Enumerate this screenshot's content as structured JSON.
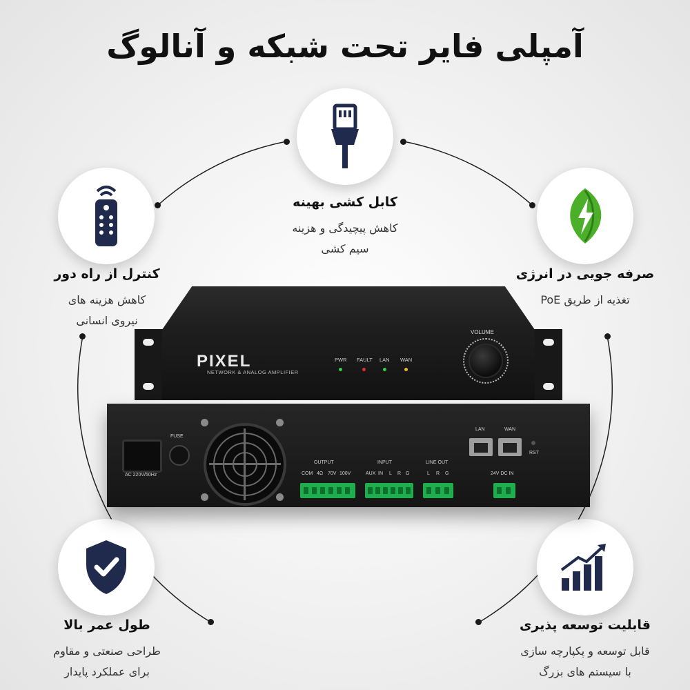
{
  "title": "آمپلی فایر تحت شبکه و آنالوگ",
  "features": [
    {
      "title": "کابل کشی بهینه",
      "desc1": "کاهش پیچیدگی و هزینه",
      "desc2": "سیم کشی",
      "icon": "ethernet-cable-icon"
    },
    {
      "title": "کنترل از راه دور",
      "desc1": "کاهش هزینه های",
      "desc2": "نیروی انسانی",
      "icon": "remote-control-icon"
    },
    {
      "title": "صرفه جویی در انرژی",
      "desc1": "تغذیه از طریق PoE",
      "desc2": "",
      "icon": "energy-leaf-icon"
    },
    {
      "title": "طول عمر بالا",
      "desc1": "طراحی صنعتی و مقاوم",
      "desc2": "برای عملکرد پایدار",
      "icon": "shield-check-icon"
    },
    {
      "title": "قابلیت توسعه پذیری",
      "desc1": "قابل توسعه و پکپارچه سازی",
      "desc2": "با سیستم های بزرگ",
      "icon": "growth-chart-icon"
    }
  ],
  "device": {
    "brand": "PIXEL",
    "model": "NETWORK & ANALOG AMPLIFIER",
    "volume": "VOLUME",
    "leds": [
      "PWR",
      "FAULT",
      "LAN",
      "WAN"
    ],
    "led_colors": [
      "#2fd04a",
      "#e32b2b",
      "#2fd04a",
      "#e8b62a"
    ],
    "rear": {
      "output": "OUTPUT",
      "output_terms": [
        "COM",
        "4Ω",
        "70V",
        "100V"
      ],
      "input": "INPUT",
      "input_terms": [
        "AUX",
        "IN",
        "L",
        "R",
        "G"
      ],
      "line_out": "LINE OUT",
      "line_terms": [
        "L",
        "R",
        "G"
      ],
      "lan": "LAN",
      "wan": "WAN",
      "rst": "RST",
      "dc": "24V DC IN",
      "ac": "AC 220V/50Hz",
      "fuse": "FUSE"
    }
  },
  "colors": {
    "icon": "#1f2a4d",
    "accent_green": "#4caf2a",
    "terminal": "#1fae4e"
  }
}
